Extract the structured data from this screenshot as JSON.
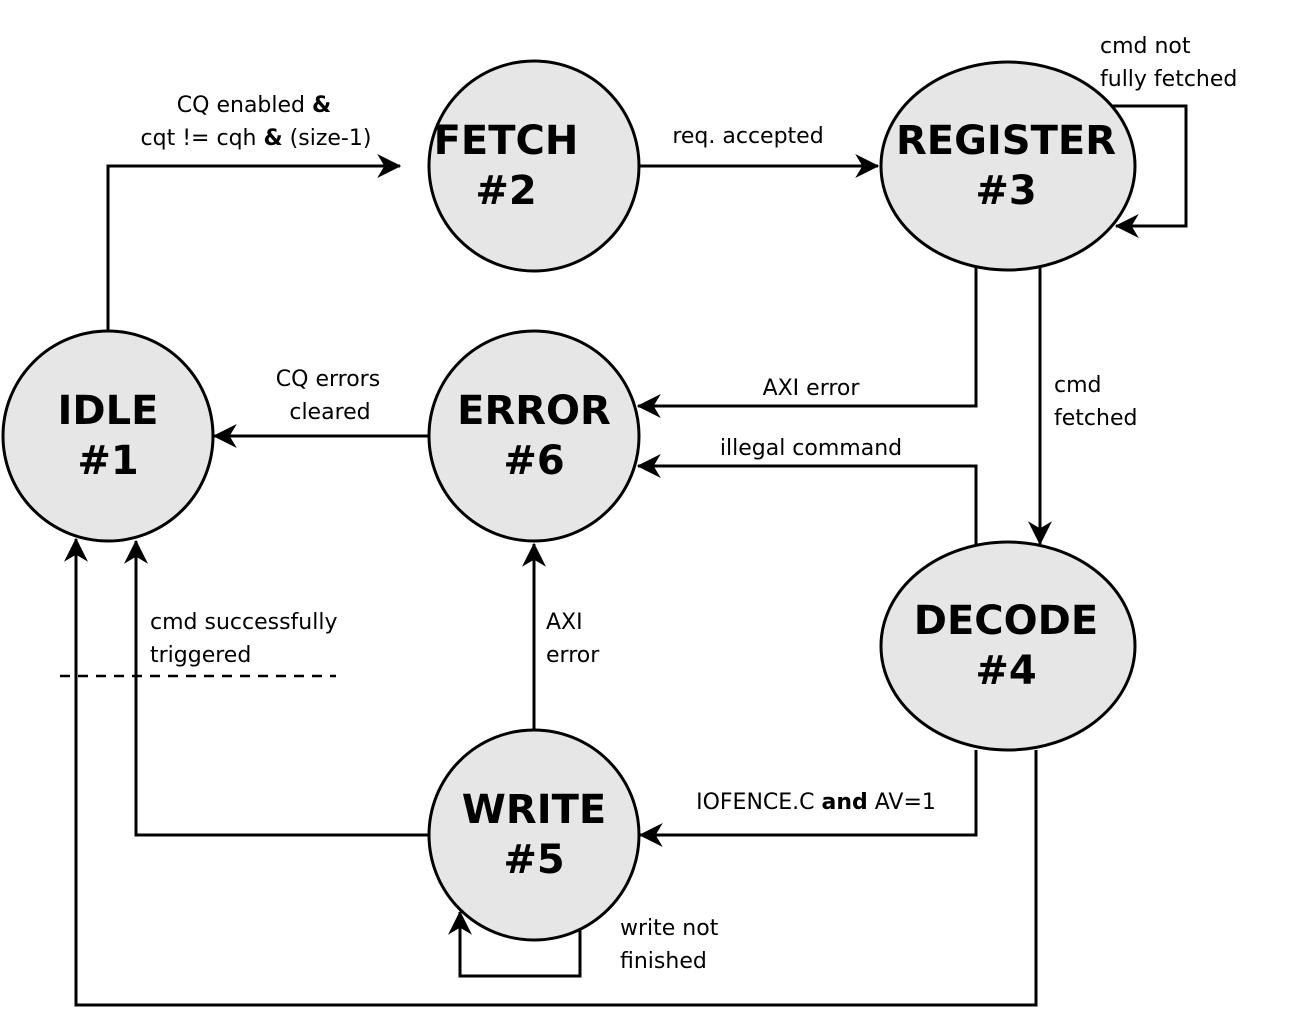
{
  "states": {
    "idle": {
      "name": "IDLE",
      "num": "#1"
    },
    "fetch": {
      "name": "FETCH",
      "num": "#2"
    },
    "register": {
      "name": "REGISTER",
      "num": "#3"
    },
    "decode": {
      "name": "DECODE",
      "num": "#4"
    },
    "write": {
      "name": "WRITE",
      "num": "#5"
    },
    "error": {
      "name": "ERROR",
      "num": "#6"
    }
  },
  "transitions": {
    "idle_to_fetch": {
      "line1": "CQ enabled ",
      "line1_b": "&",
      "line2_a": "cqt != cqh ",
      "line2_b": "&",
      "line2_c": " (size-1)"
    },
    "fetch_to_register": {
      "text": "req. accepted"
    },
    "register_self": {
      "line1": "cmd not",
      "line2": "fully fetched"
    },
    "register_to_error": {
      "text": "AXI error"
    },
    "register_to_decode": {
      "line1": "cmd",
      "line2": "fetched"
    },
    "decode_to_error": {
      "text": "illegal command"
    },
    "error_to_idle": {
      "line1": "CQ errors",
      "line2": "cleared"
    },
    "write_to_idle": {
      "line1": "cmd successfully",
      "line2": "triggered"
    },
    "write_to_error": {
      "line1": "AXI",
      "line2": "error"
    },
    "decode_to_write": {
      "part1": "IOFENCE.C ",
      "part2": "and",
      "part3": " AV=1"
    },
    "write_self": {
      "line1": "write not",
      "line2": "finished"
    }
  }
}
